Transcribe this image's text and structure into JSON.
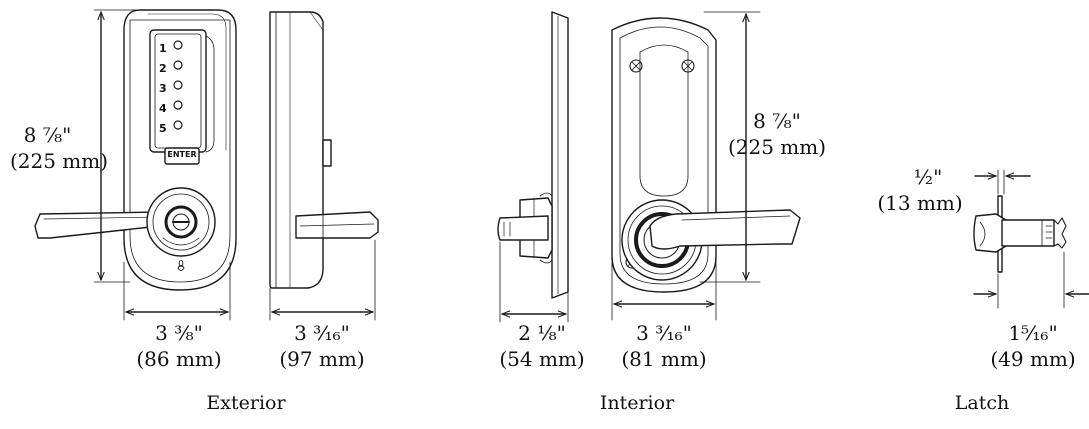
{
  "colors": {
    "ink": "#1a1a1a",
    "paper": "#ffffff",
    "shade": "#f2f2f2"
  },
  "icons": [
    "keypad-icon",
    "lever-handle-icon",
    "key-cylinder-icon",
    "screw-icon",
    "latch-bolt-icon"
  ],
  "keypad": {
    "keys": [
      "1",
      "2",
      "3",
      "4",
      "5"
    ],
    "enter_label": "ENTER",
    "indicator": "0"
  },
  "dimensions": {
    "exterior_height": {
      "imperial": "8 ⁷⁄₈\"",
      "metric": "(225 mm)"
    },
    "exterior_width": {
      "imperial": "3 ³⁄₈\"",
      "metric": "(86 mm)"
    },
    "side_depth": {
      "imperial": "3 ³⁄₁₆\"",
      "metric": "(97 mm)"
    },
    "interior_depth": {
      "imperial": "2 ¹⁄₈\"",
      "metric": "(54 mm)"
    },
    "interior_width": {
      "imperial": "3 ³⁄₁₆\"",
      "metric": "(81 mm)"
    },
    "interior_height": {
      "imperial": "8 ⁷⁄₈\"",
      "metric": "(225 mm)"
    },
    "latch_faceplate": {
      "imperial": "¹⁄₂\"",
      "metric": "(13 mm)"
    },
    "latch_backset": {
      "imperial": "1⁵⁄₁₆\"",
      "metric": "(49 mm)"
    }
  },
  "captions": {
    "exterior": "Exterior",
    "interior": "Interior",
    "latch": "Latch"
  }
}
